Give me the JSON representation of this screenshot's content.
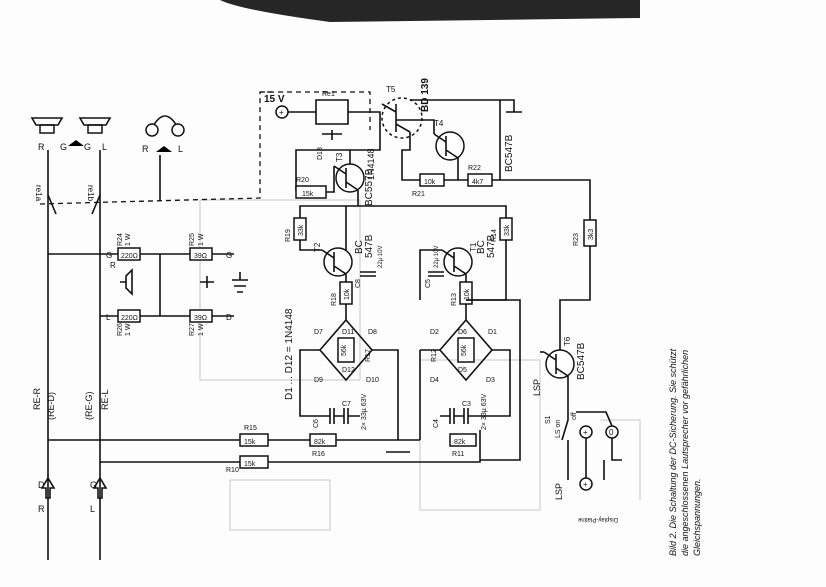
{
  "caption": {
    "lines": [
      "Bild 2. Die Schaltung der DC-Sicherung. Sie schützt",
      "die angeschlossenen Lautsprecher vor gefährlichen",
      "Gleichspannungen."
    ]
  },
  "display_label": "Display-Platine",
  "range_label": "D1 ... D12 = 1N4148",
  "supply": "15 V",
  "transistors": {
    "t5_name": "T5",
    "t5_type": "BD 139",
    "t4_name": "T4",
    "t4_type": "BC547B",
    "t3_name": "T3",
    "t3_type": "BC557B",
    "t2_name": "T2",
    "t2_type_a": "BC",
    "t2_type_b": "547B",
    "t1_name": "T1",
    "t1_type_a": "BC",
    "t1_type_b": "547B",
    "t6_name": "T6",
    "t6_type": "BC547B"
  },
  "relay": {
    "name": "Re1",
    "contact_a": "re1a",
    "contact_b": "re1b",
    "diode": "D13",
    "diode_type": "1N4148"
  },
  "resistors": {
    "r24": "R24",
    "r24_val": "220Ω",
    "r24_pow": "1 W",
    "r25": "R25",
    "r25_val": "39Ω",
    "r25_pow": "1 W",
    "r26": "R26",
    "r26_val": "220Ω",
    "r26_pow": "1 W",
    "r27": "R27",
    "r27_val": "39Ω",
    "r27_pow": "1 W",
    "r15": "R15",
    "r15_val": "15k",
    "r16": "R16",
    "r16_val": "82k",
    "r11": "R11",
    "r11_val": "82k",
    "r10": "R10",
    "r10_val": "15k",
    "r19": "R19",
    "r19_val": "33k",
    "r14": "R14",
    "r14_val": "33k",
    "r18": "R18",
    "r18_val": "10k",
    "r13": "R13",
    "r13_val": "10k",
    "r17": "R17",
    "r17_val": "56k",
    "r12": "R12",
    "r12_val": "56k",
    "r20": "R20",
    "r20_val": "15k",
    "r21": "R21",
    "r21_val": "10k",
    "r22": "R22",
    "r22_val": "4k7",
    "r23": "R23",
    "r23_val": "3k3"
  },
  "capacitors": {
    "c8": "C8",
    "c8_val": "22µ 10V",
    "c5": "C5",
    "c5_val": "22µ 10V",
    "c6": "C6",
    "c7": "C7",
    "c67_val": "2× 33µ 63V",
    "c4": "C4",
    "c3": "C3",
    "c34_val": "2× 33µ 63V"
  },
  "diodes": [
    "D7",
    "D8",
    "D11",
    "D12",
    "D9",
    "D10",
    "D2",
    "D1",
    "D6",
    "D5",
    "D4",
    "D3"
  ],
  "connectors": {
    "r_in": "R",
    "l_in": "L",
    "d": "D",
    "g": "G",
    "re_r": "RE-R",
    "re_d": "(RE-D)",
    "re_g": "(RE-G)",
    "re_l": "RE-L",
    "lsp": "LSP",
    "ls_on": "LS on",
    "s1": "S1",
    "off": "off"
  },
  "colors": {
    "ink": "#111111",
    "paper": "#fdfdfd",
    "ghost": "#c8c8c8"
  }
}
